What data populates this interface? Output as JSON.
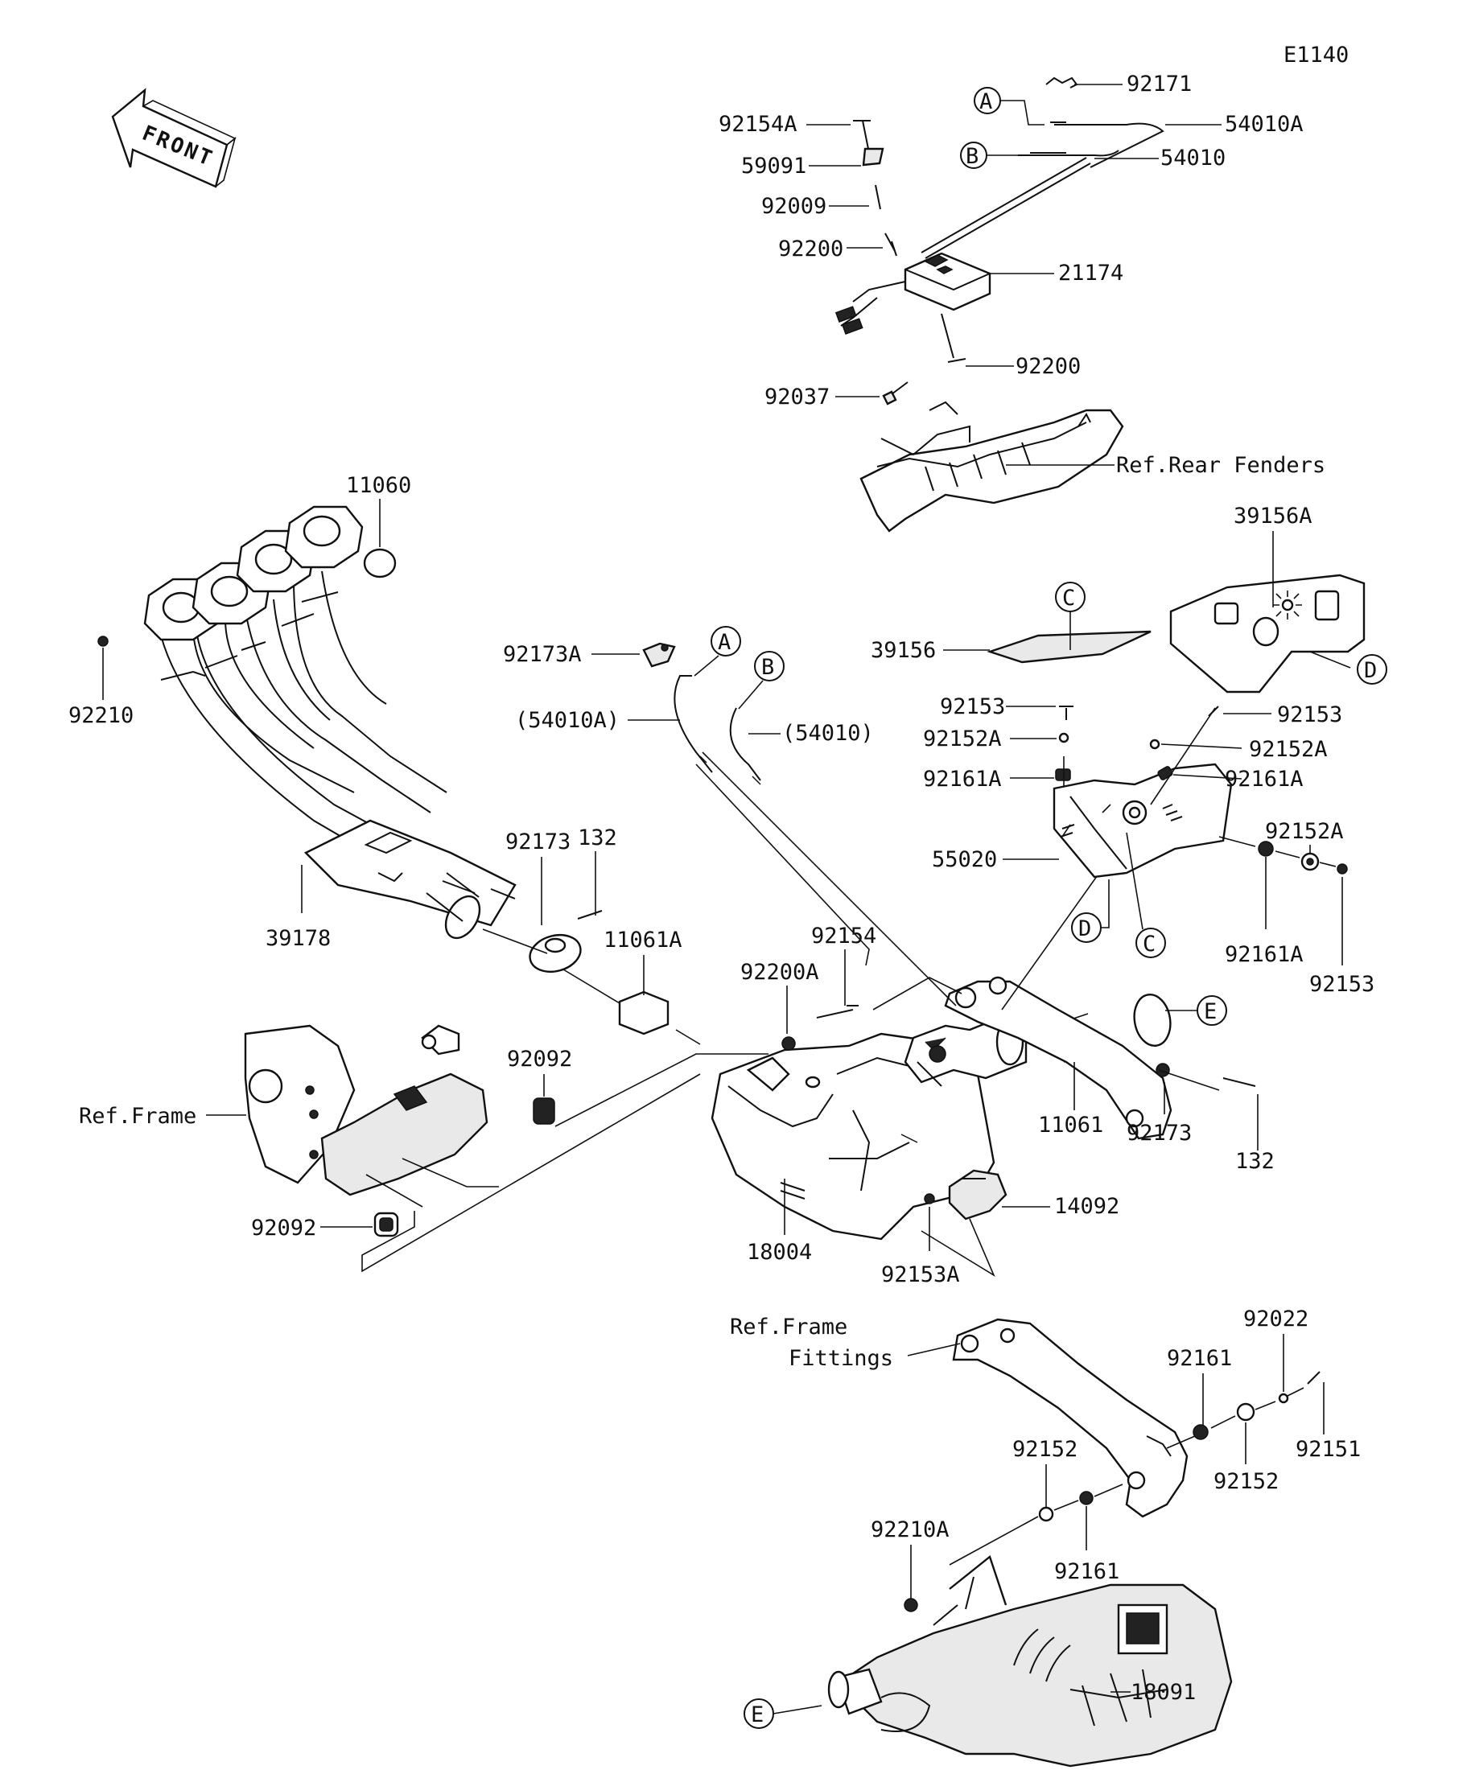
{
  "diagram_code": "E1140",
  "front_label": "FRONT",
  "callouts": {
    "A": "A",
    "B": "B",
    "C": "C",
    "D": "D",
    "E": "E"
  },
  "labels": {
    "p92171": "92171",
    "p54010A": "54010A",
    "p54010": "54010",
    "p92154A": "92154A",
    "p59091": "59091",
    "p92009": "92009",
    "p92200_top": "92200",
    "p21174": "21174",
    "p92200_mid": "92200",
    "p92037": "92037",
    "ref_rear_fenders": "Ref.Rear Fenders",
    "p11060": "11060",
    "p92210": "92210",
    "p39178": "39178",
    "p39156A": "39156A",
    "p39156": "39156",
    "p92173A": "92173A",
    "p54010A_paren": "(54010A)",
    "p54010_paren": "(54010)",
    "p92153_l": "92153",
    "p92152A_l": "92152A",
    "p92161A_l": "92161A",
    "p92153_r": "92153",
    "p92152A_r": "92152A",
    "p92161A_r": "92161A",
    "p55020": "55020",
    "p92152A_r2": "92152A",
    "p92161A_r2": "92161A",
    "p92153_r2": "92153",
    "p132_top": "132",
    "p92173_l": "92173",
    "p11061A": "11061A",
    "p92154": "92154",
    "p92200A": "92200A",
    "p92092_top": "92092",
    "ref_frame": "Ref.Frame",
    "p92092_bot": "92092",
    "p18004": "18004",
    "p92153A": "92153A",
    "p14092": "14092",
    "p11061": "11061",
    "p92173_r": "92173",
    "p132_bot": "132",
    "ref_frame_fittings_1": "Ref.Frame",
    "ref_frame_fittings_2": "Fittings",
    "p92022": "92022",
    "p92161_a": "92161",
    "p92151": "92151",
    "p92152_a": "92152",
    "p92152_b": "92152",
    "p92161_b": "92161",
    "p92210A": "92210A",
    "p18091": "18091"
  }
}
